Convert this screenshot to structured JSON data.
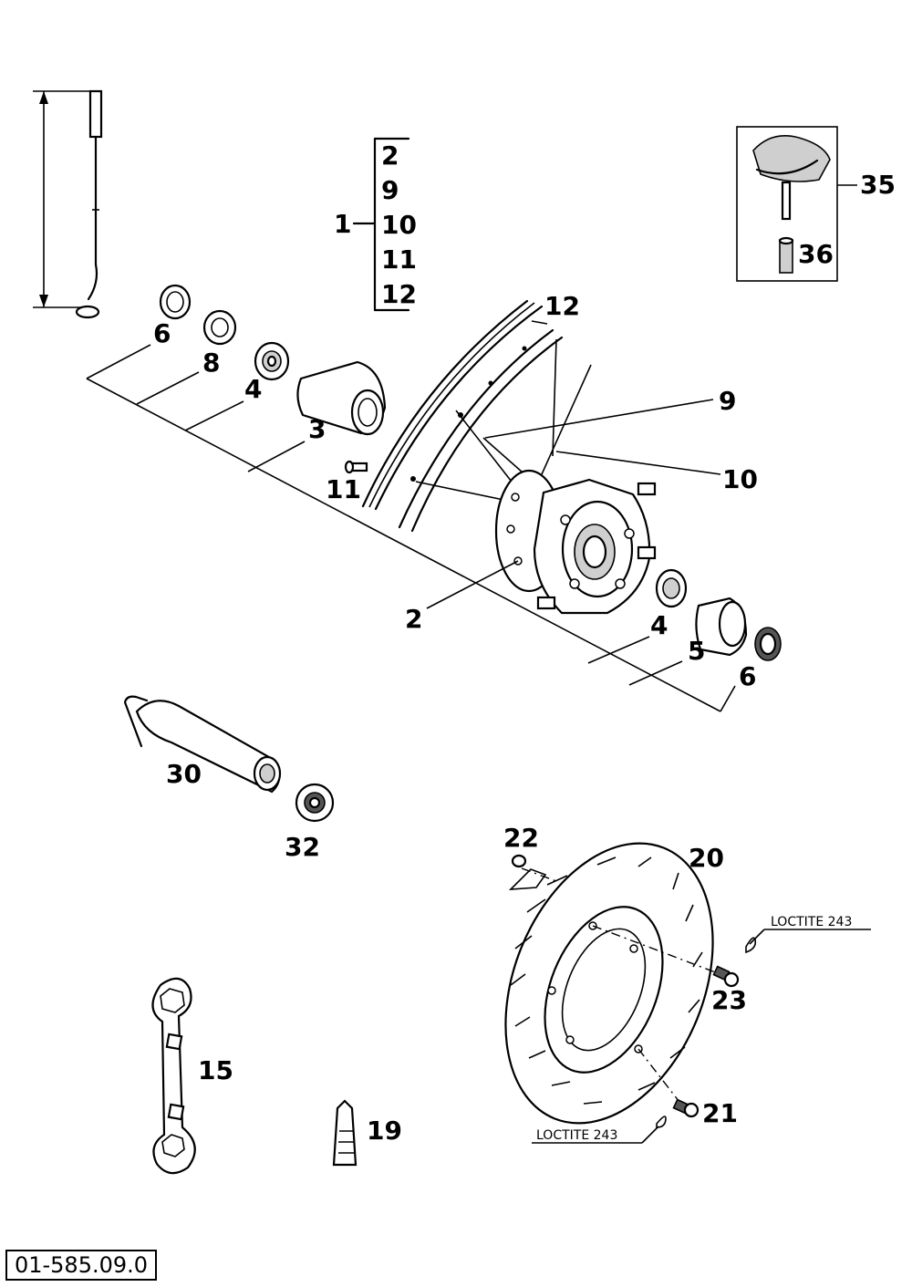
{
  "document_ref": "01-585.09.0",
  "group_bracket": {
    "label": "1",
    "items": [
      "2",
      "9",
      "10",
      "11",
      "12"
    ]
  },
  "callouts": {
    "rim": "12",
    "spoke": "9",
    "nipple_spoke": "10",
    "valve_nipple": "11",
    "hub": "2",
    "spacer_long": "3",
    "bearing_left": "4",
    "ring_left": "8",
    "seal_left": "6",
    "bearing_right": "4",
    "spacer_right": "5",
    "seal_right": "6",
    "axle": "30",
    "axle_nut": "32",
    "brake_disc": "20",
    "spacer_clip": "22",
    "disc_screw_top": "23",
    "disc_screw_bottom": "21",
    "wrench": "15",
    "tube": "19",
    "tire_patch": "35",
    "valve_cap": "36"
  },
  "notes": {
    "loctite_top": "LOCTITE 243",
    "loctite_bottom": "LOCTITE 243"
  }
}
